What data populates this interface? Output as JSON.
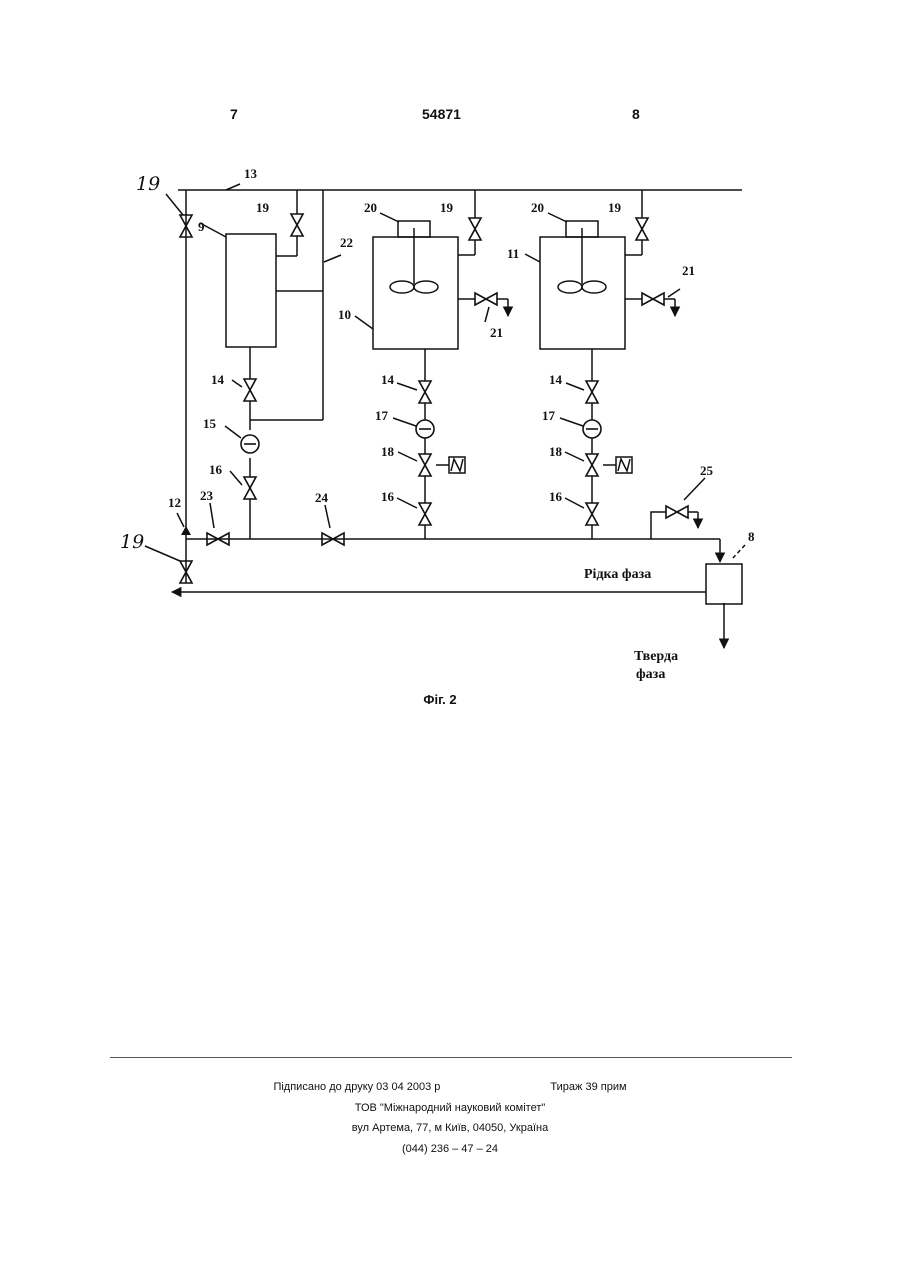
{
  "header": {
    "left_page": "7",
    "patent_number": "54871",
    "right_page": "8"
  },
  "labels": {
    "l13": "13",
    "l19_hand_top": "19",
    "l9": "9",
    "l19_a": "19",
    "l22": "22",
    "l20_a": "20",
    "l19_b": "19",
    "l20_b": "20",
    "l19_c": "19",
    "l11": "11",
    "l21_a": "21",
    "l10": "10",
    "l21_b": "21",
    "l14_a": "14",
    "l15": "15",
    "l16_a": "16",
    "l14_b": "14",
    "l17_a": "17",
    "l18_a": "18",
    "l16_b": "16",
    "l14_c": "14",
    "l17_b": "17",
    "l18_b": "18",
    "l16_c": "16",
    "l25": "25",
    "l12": "12",
    "l23": "23",
    "l24": "24",
    "l8": "8",
    "l19_hand_bottom": "19"
  },
  "flows": {
    "liquid": "Рідка фаза",
    "solid_1": "Тверда",
    "solid_2": "фаза"
  },
  "caption": "Фіг. 2",
  "footer": {
    "signed": "Підписано до друку 03 04 2003 р",
    "print_run": "Тираж 39 прим",
    "org": "ТОВ \"Міжнародний науковий комітет\"",
    "address": "вул  Артема, 77, м  Київ, 04050, Україна",
    "phone": "(044) 236 – 47 – 24"
  }
}
